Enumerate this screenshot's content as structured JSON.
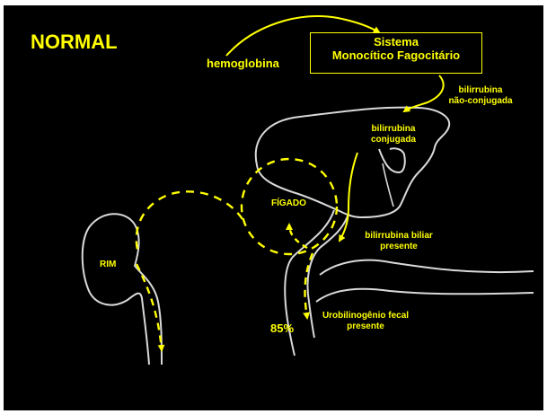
{
  "title": "NORMAL",
  "labels": {
    "hemoglobina": "hemoglobina",
    "smf_line1": "Sistema",
    "smf_line2": "Monocítico Fagocitário",
    "bnc_line1": "bilirrubina",
    "bnc_line2": "não-conjugada",
    "bc_line1": "bilirrubina",
    "bc_line2": "conjugada",
    "figado": "FÍGADO",
    "bbp_line1": "bilirrubina biliar",
    "bbp_line2": "presente",
    "rim": "RIM",
    "uro_line1": "Urobilinogênio fecal",
    "uro_line2": "presente",
    "percent": "85%"
  },
  "colors": {
    "background": "#000000",
    "annotation": "#ffff00",
    "organ_outline": "#d9d9d9"
  }
}
